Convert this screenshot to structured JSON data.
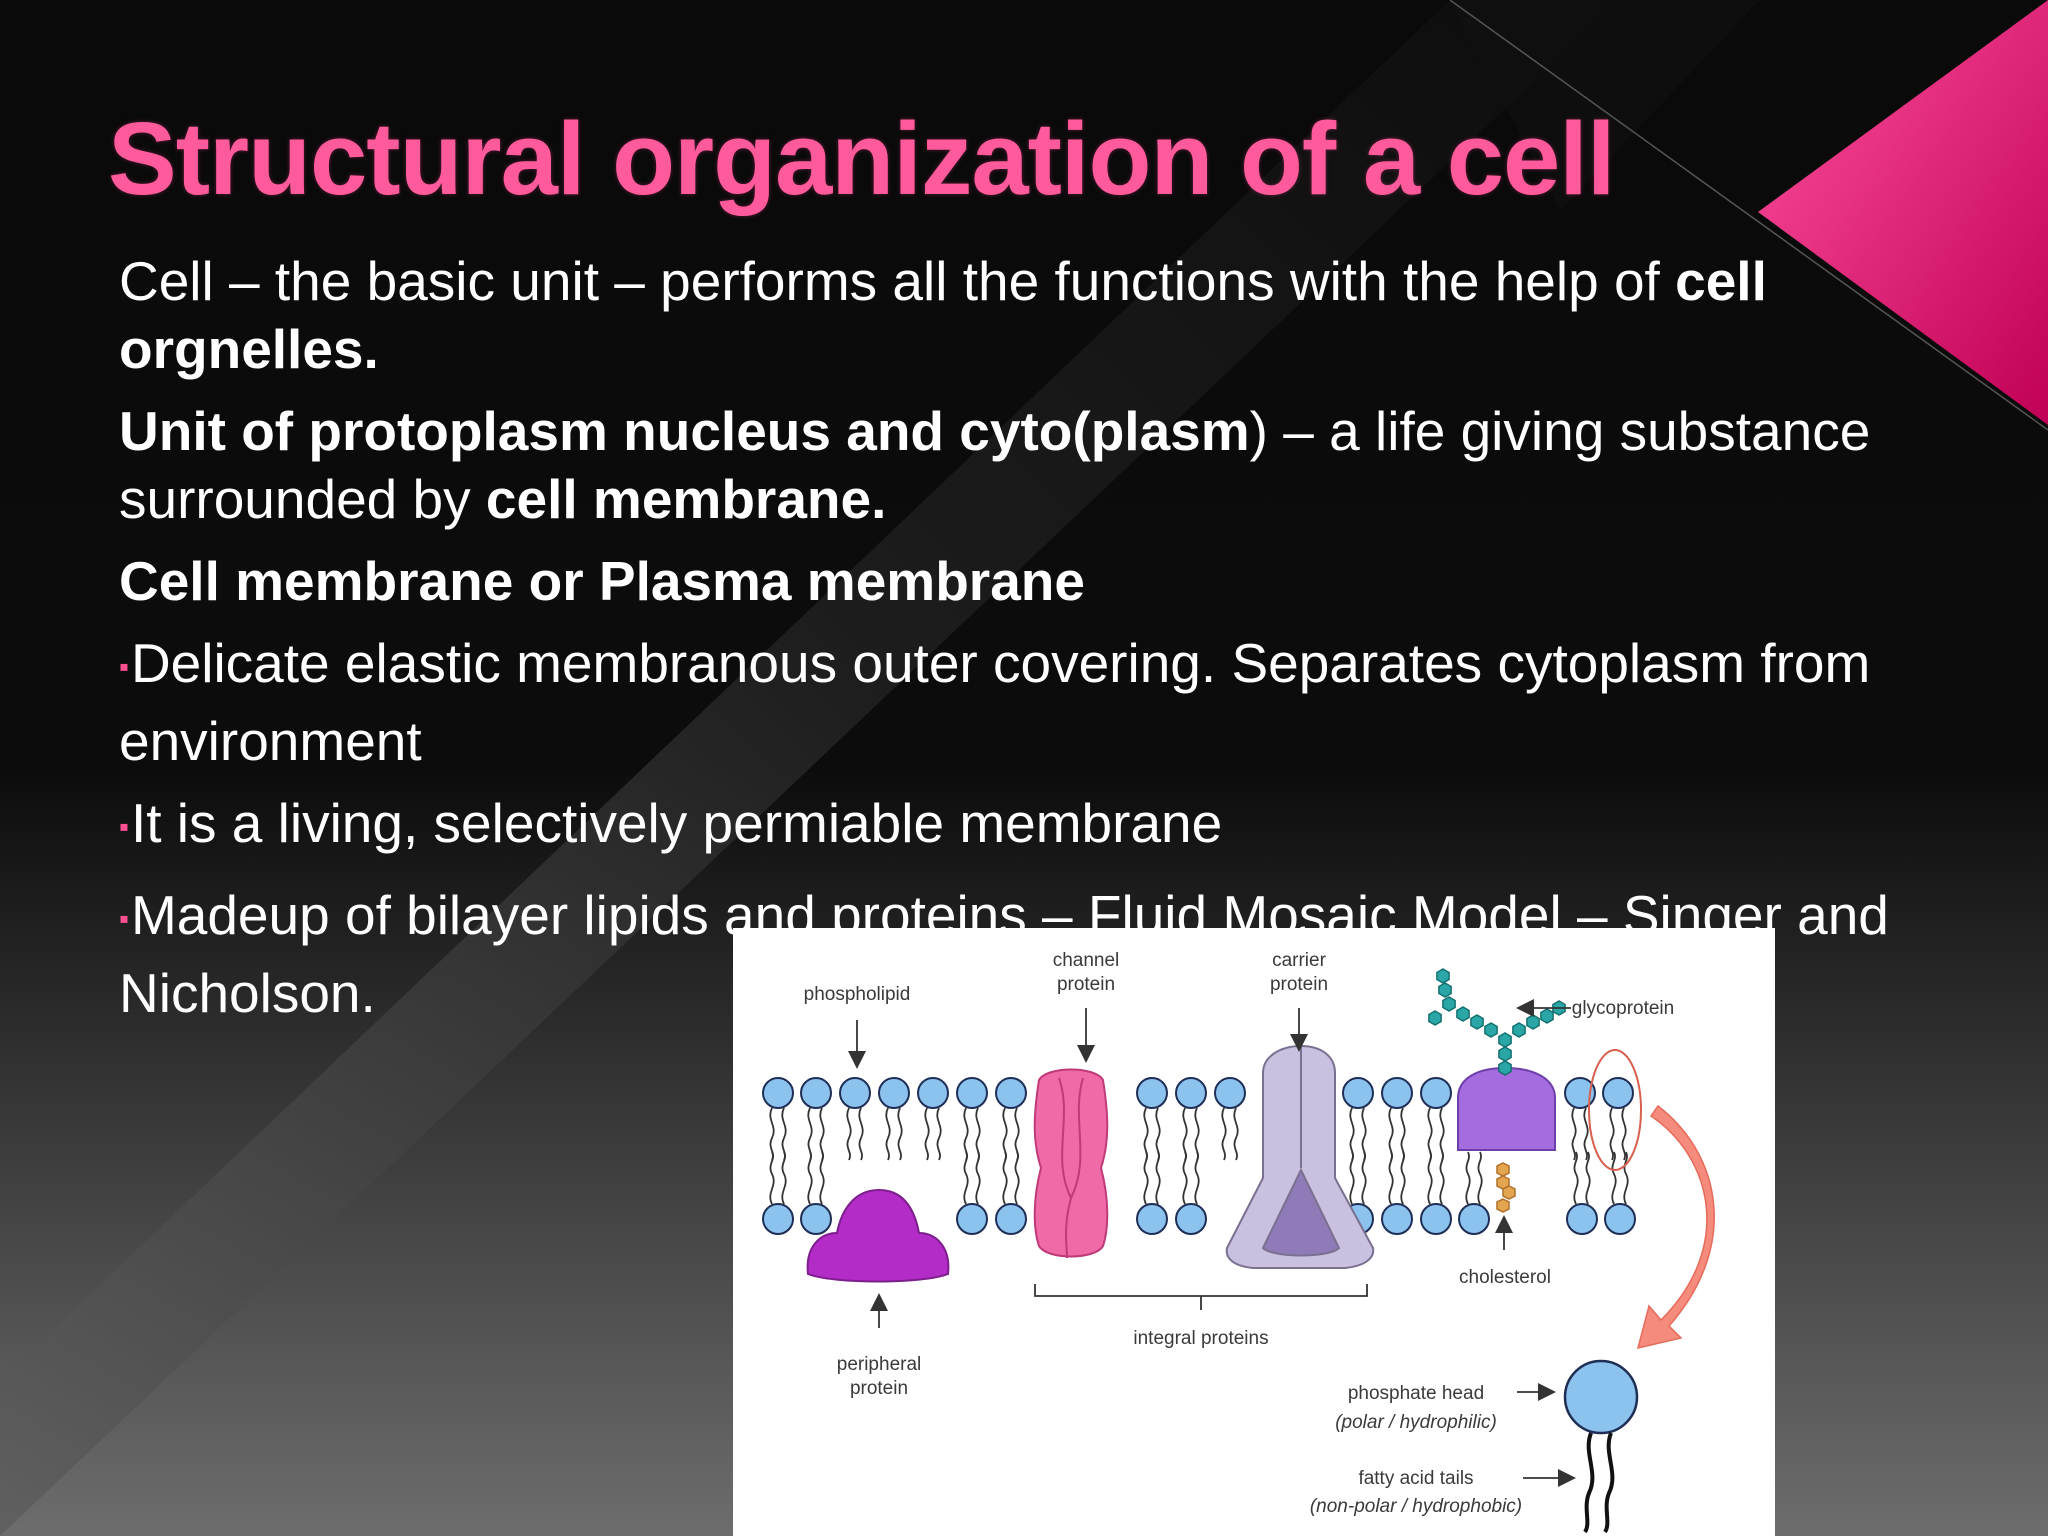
{
  "slide": {
    "title": "Structural organization of a cell",
    "paragraphs": [
      {
        "runs": [
          {
            "text": "Cell – the basic unit – performs all the functions with the help of ",
            "bold": false
          },
          {
            "text": "cell orgnelles.",
            "bold": true
          }
        ]
      },
      {
        "runs": [
          {
            "text": "Unit of protoplasm nucleus and cyto(plasm",
            "bold": true
          },
          {
            "text": ") – a life giving substance surrounded by  ",
            "bold": false
          },
          {
            "text": "cell membrane.",
            "bold": true
          }
        ]
      },
      {
        "runs": [
          {
            "text": "Cell membrane or Plasma membrane",
            "bold": true
          }
        ]
      },
      {
        "bullet": true,
        "runs": [
          {
            "text": "Delicate elastic membranous outer covering. Separates cytoplasm from environment",
            "bold": false
          }
        ]
      },
      {
        "bullet": true,
        "runs": [
          {
            "text": "It is a living, selectively permiable membrane",
            "bold": false
          }
        ]
      },
      {
        "bullet": true,
        "runs": [
          {
            "text": "Madeup of bilayer lipids and proteins – Fluid Mosaic Model – Singer and Nicholson.",
            "bold": false
          }
        ]
      }
    ],
    "bullet_glyph": "▪"
  },
  "diagram": {
    "labels": {
      "phospholipid": "phospholipid",
      "channel_1": "channel",
      "channel_2": "protein",
      "carrier_1": "carrier",
      "carrier_2": "protein",
      "glycoprotein": "glycoprotein",
      "cholesterol": "cholesterol",
      "integral": "integral proteins",
      "peripheral_1": "peripheral",
      "peripheral_2": "protein",
      "phosphate_head": "phosphate head",
      "polar": "(polar / hydrophilic)",
      "fatty_tails": "fatty acid tails",
      "nonpolar": "(non-polar / hydrophobic)"
    }
  },
  "colors": {
    "title": "#ff5a9c",
    "accent": "#e8006e",
    "text": "#ffffff",
    "lipid_head": "#8cc2ee",
    "channel_protein": "#f06aa8",
    "carrier_protein": "#c9c1df",
    "glycoprotein": "#a56ce0",
    "peripheral_protein": "#b42cc8",
    "sugar": "#2aa6a6",
    "cholesterol": "#e3a550",
    "arrow": "#f07a6a"
  }
}
